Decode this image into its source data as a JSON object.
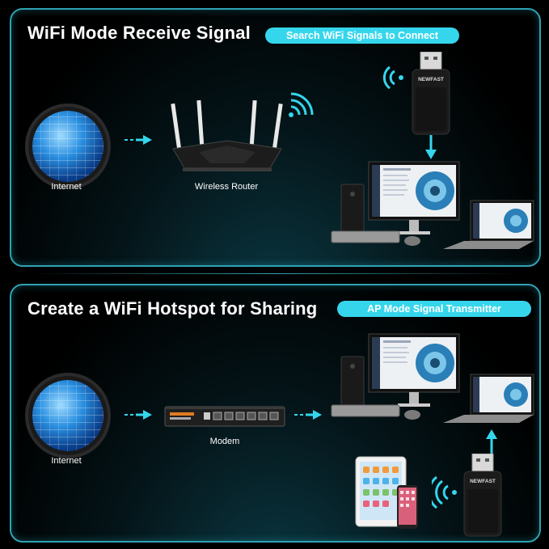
{
  "panel1": {
    "title": "WiFi Mode Receive Signal",
    "pill": "Search WiFi Signals to Connect",
    "internet_label": "Internet",
    "router_label": "Wireless Router",
    "brand": "NEWFAST"
  },
  "panel2": {
    "title": "Create a WiFi Hotspot for Sharing",
    "pill": "AP Mode Signal Transmitter",
    "internet_label": "Internet",
    "modem_label": "Modem",
    "brand": "NEWFAST"
  },
  "colors": {
    "accent": "#35d6ec",
    "border": "#2fa3b4",
    "background": "#000000"
  }
}
